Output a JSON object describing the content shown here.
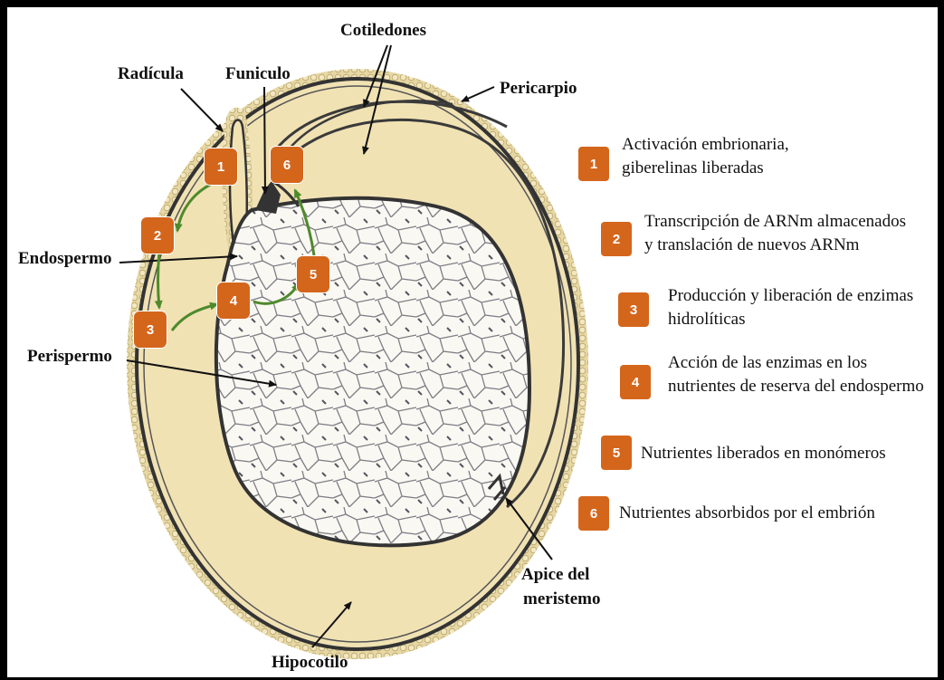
{
  "labels": {
    "cotiledones": "Cotiledones",
    "radicula": "Radícula",
    "funiculo": "Funiculo",
    "pericarpio": "Pericarpio",
    "endospermo": "Endospermo",
    "perispermo": "Perispermo",
    "apice_line1": "Apice del",
    "apice_line2": "meristemo",
    "hipocotilo": "Hipocotilo"
  },
  "steps": [
    "1",
    "2",
    "3",
    "4",
    "5",
    "6"
  ],
  "legend": [
    {
      "num": "1",
      "line1": "Activación embrionaria,",
      "line2": "giberelinas liberadas"
    },
    {
      "num": "2",
      "line1": "Transcripción de ARNm almacenados",
      "line2": "y translación de nuevos ARNm"
    },
    {
      "num": "3",
      "line1": "Producción y liberación de enzimas",
      "line2": "hidrolíticas"
    },
    {
      "num": "4",
      "line1": "Acción de las enzimas en los",
      "line2": "nutrientes de reserva del endospermo"
    },
    {
      "num": "5",
      "line1": "Nutrientes liberados en monómeros",
      "line2": ""
    },
    {
      "num": "6",
      "line1": "Nutrientes absorbidos por el embrión",
      "line2": ""
    }
  ],
  "colors": {
    "badge": "#d4661c",
    "tissue": "#f1e2b4",
    "seed_coat": "#e4d39c",
    "outline": "#333333",
    "perisperm": "#faf8f2",
    "step_arrow": "#4e8a2c"
  }
}
